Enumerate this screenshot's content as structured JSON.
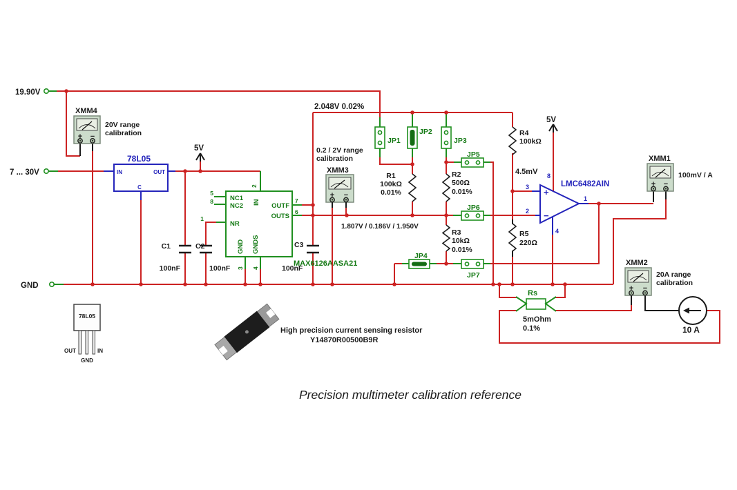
{
  "caption": "Precision multimeter calibration reference",
  "colors": {
    "wire_red": "#cc2222",
    "component_green": "#1f8f1f",
    "component_blue": "#2424bb",
    "meter_fill": "#ccdccb"
  },
  "terminals": {
    "v19_90": "19.90V",
    "vin": "7 ... 30V",
    "gnd": "GND"
  },
  "rails": {
    "v5": "5V",
    "vref": "2.048V 0.02%"
  },
  "regulator": {
    "label": "78L05",
    "pin_in": "IN",
    "pin_out": "OUT",
    "pin_c": "C"
  },
  "package": {
    "label": "78L05",
    "pin_out": "OUT",
    "pin_gnd": "GND",
    "pin_in": "IN"
  },
  "reference_ic": {
    "label": "MAX6126AASA21",
    "nc1": "NC1",
    "nc2": "NC2",
    "nr": "NR",
    "in": "IN",
    "outf": "OUTF",
    "outs": "OUTS",
    "gnd": "GND",
    "gnds": "GNDS",
    "pin5": "5",
    "pin8": "8",
    "pin1": "1",
    "pin2": "2",
    "pin7": "7",
    "pin6": "6",
    "pin3": "3",
    "pin4": "4"
  },
  "capacitors": [
    {
      "ref": "C1",
      "value": "100nF"
    },
    {
      "ref": "C2",
      "value": "100nF"
    },
    {
      "ref": "C3",
      "value": "100nF"
    }
  ],
  "resistors": [
    {
      "ref": "R1",
      "value": "100kΩ",
      "tolerance": "0.01%"
    },
    {
      "ref": "R2",
      "value": "500Ω",
      "tolerance": "0.01%"
    },
    {
      "ref": "R3",
      "value": "10kΩ",
      "tolerance": "0.01%"
    },
    {
      "ref": "R4",
      "value": "100kΩ",
      "tolerance": ""
    },
    {
      "ref": "R5",
      "value": "220Ω",
      "tolerance": ""
    }
  ],
  "jumpers": [
    {
      "ref": "JP1"
    },
    {
      "ref": "JP2"
    },
    {
      "ref": "JP3"
    },
    {
      "ref": "JP4"
    },
    {
      "ref": "JP5"
    },
    {
      "ref": "JP6"
    },
    {
      "ref": "JP7"
    }
  ],
  "sense_resistor": {
    "ref": "Rs",
    "value": "5mOhm",
    "tolerance": "0.1%"
  },
  "opamp": {
    "label": "LMC6482AIN",
    "plus": "+",
    "minus": "−",
    "pin1": "1",
    "pin2": "2",
    "pin3": "3",
    "pin4": "4",
    "pin8": "8"
  },
  "meters": {
    "xmm1": {
      "label": "XMM1",
      "note": "100mV / A",
      "plus": "+",
      "minus": "−"
    },
    "xmm2": {
      "label": "XMM2",
      "note_line1": "20A range",
      "note_line2": "calibration",
      "plus": "+",
      "minus": "−"
    },
    "xmm3": {
      "label": "XMM3",
      "note_line1": "0.2 / 2V range",
      "note_line2": "calibration",
      "reading": "1.807V / 0.186V /  1.950V",
      "plus": "+",
      "minus": "−"
    },
    "xmm4": {
      "label": "XMM4",
      "note_line1": "20V range",
      "note_line2": "calibration",
      "plus": "+",
      "minus": "−"
    }
  },
  "current_source": {
    "value": "10 A"
  },
  "annotations": {
    "vplus_node": "4.5mV",
    "sense_note_line1": "High precision current sensing resistor",
    "sense_note_line2": "Y14870R00500B9R"
  }
}
